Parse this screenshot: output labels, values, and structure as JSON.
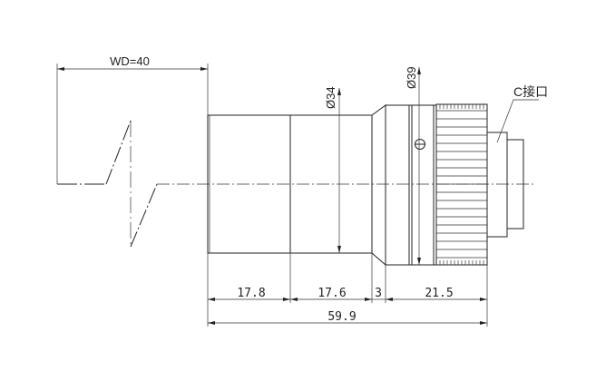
{
  "drawing": {
    "working_distance_label": "WD=40",
    "diameter_front_label": "Ø34",
    "diameter_ring_label": "Ø39",
    "mount_label": "C接口",
    "dimensions": {
      "front_barrel": "17.8",
      "mid_barrel": "17.6",
      "taper": "3",
      "ring_and_knurl": "21.5",
      "total_length": "59.9"
    }
  }
}
